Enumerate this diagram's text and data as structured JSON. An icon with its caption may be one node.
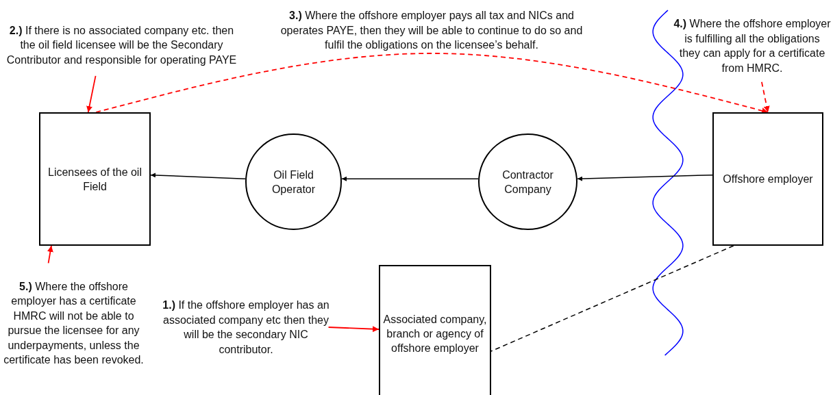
{
  "diagram": {
    "nodes": [
      {
        "text": [
          "Licensees of the oil Field"
        ]
      },
      {
        "text": [
          "Oil Field Operator"
        ]
      },
      {
        "text": [
          "Contractor Company"
        ]
      },
      {
        "text": [
          "Offshore employer"
        ]
      },
      {
        "text": [
          "Associated company, branch or agency of offshore employer"
        ]
      },
      {
        "text": [
          "**2.)** If there is no associated company etc. then the oil field licensee will be the Secondary Contributor and responsible for operating PAYE"
        ]
      },
      {
        "text": [
          "**4.)** Where the offshore employer is fulfilling all the obligations they can apply for a certificate from HMRC."
        ]
      },
      {
        "text": [
          "**5.)** Where the offshore employer has a certificate HMRC will not be able to pursue the licensee for any underpayments, unless the certificate has been revoked."
        ]
      },
      {
        "text": [
          "**1.)** If the offshore employer has an associated company etc then they will be the secondary NIC contributor."
        ]
      }
    ],
    "edges": [
      {
        "from": 1,
        "to": 0,
        "arrow": "to",
        "color": "#000000"
      },
      {
        "from": 2,
        "to": 1,
        "arrow": "to",
        "color": "#000000"
      },
      {
        "from": 3,
        "to": 2,
        "arrow": "to",
        "color": "#000000"
      },
      {
        "from": 3,
        "to": 4,
        "arrow": "none",
        "style": "dashed",
        "color": "#000000"
      },
      {
        "from": 0,
        "to": 3,
        "arrow": "to",
        "style": "dashed",
        "color": "#ff0000",
        "label": "**3.)** Where the offshore employer pays all tax and NICs and operates PAYE, then they will be able to continue to do so and fulfil the obligations on the licensee’s behalf."
      },
      {
        "from": 5,
        "to": 0,
        "arrow": "to",
        "color": "#ff0000"
      },
      {
        "from": 6,
        "to": 3,
        "arrow": "to",
        "style": "dashed",
        "color": "#ff0000"
      },
      {
        "from": 7,
        "to": 0,
        "arrow": "to",
        "color": "#ff0000"
      },
      {
        "from": 8,
        "to": 4,
        "arrow": "to",
        "color": "#ff0000"
      }
    ]
  }
}
